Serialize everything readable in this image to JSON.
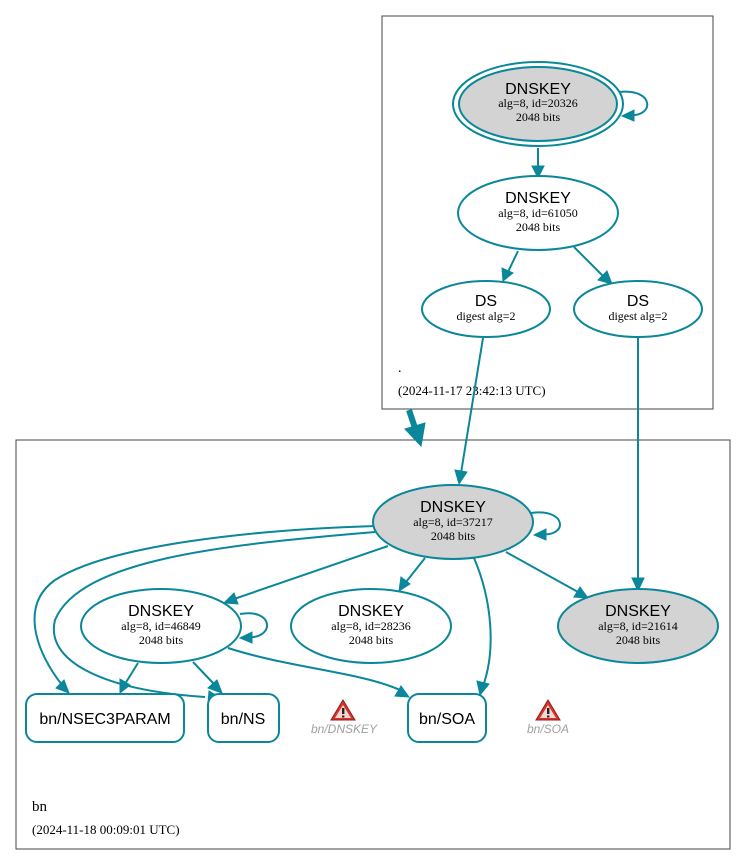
{
  "colors": {
    "edge": "#0a879a",
    "key_fill_trusted": "#d3d3d3",
    "key_fill_plain": "#ffffff",
    "warning_red": "#d9332b",
    "warning_text": "#a0a0a0"
  },
  "zones": {
    "root": {
      "name": ".",
      "timestamp": "(2024-11-17 23:42:13 UTC)",
      "nodes": {
        "ksk": {
          "title": "DNSKEY",
          "detail": "alg=8, id=20326",
          "size": "2048 bits"
        },
        "zsk": {
          "title": "DNSKEY",
          "detail": "alg=8, id=61050",
          "size": "2048 bits"
        },
        "ds1": {
          "title": "DS",
          "detail": "digest alg=2"
        },
        "ds2": {
          "title": "DS",
          "detail": "digest alg=2"
        }
      }
    },
    "bn": {
      "name": "bn",
      "timestamp": "(2024-11-18 00:09:01 UTC)",
      "nodes": {
        "ksk1": {
          "title": "DNSKEY",
          "detail": "alg=8, id=37217",
          "size": "2048 bits"
        },
        "zsk1": {
          "title": "DNSKEY",
          "detail": "alg=8, id=46849",
          "size": "2048 bits"
        },
        "zsk2": {
          "title": "DNSKEY",
          "detail": "alg=8, id=28236",
          "size": "2048 bits"
        },
        "ksk2": {
          "title": "DNSKEY",
          "detail": "alg=8, id=21614",
          "size": "2048 bits"
        }
      },
      "rrsets": {
        "nsec3param": "bn/NSEC3PARAM",
        "ns": "bn/NS",
        "soa": "bn/SOA"
      },
      "warnings": {
        "dnskey": {
          "label": "bn/DNSKEY",
          "icon": "warning-triangle-icon"
        },
        "soa": {
          "label": "bn/SOA",
          "icon": "warning-triangle-icon"
        }
      }
    }
  }
}
